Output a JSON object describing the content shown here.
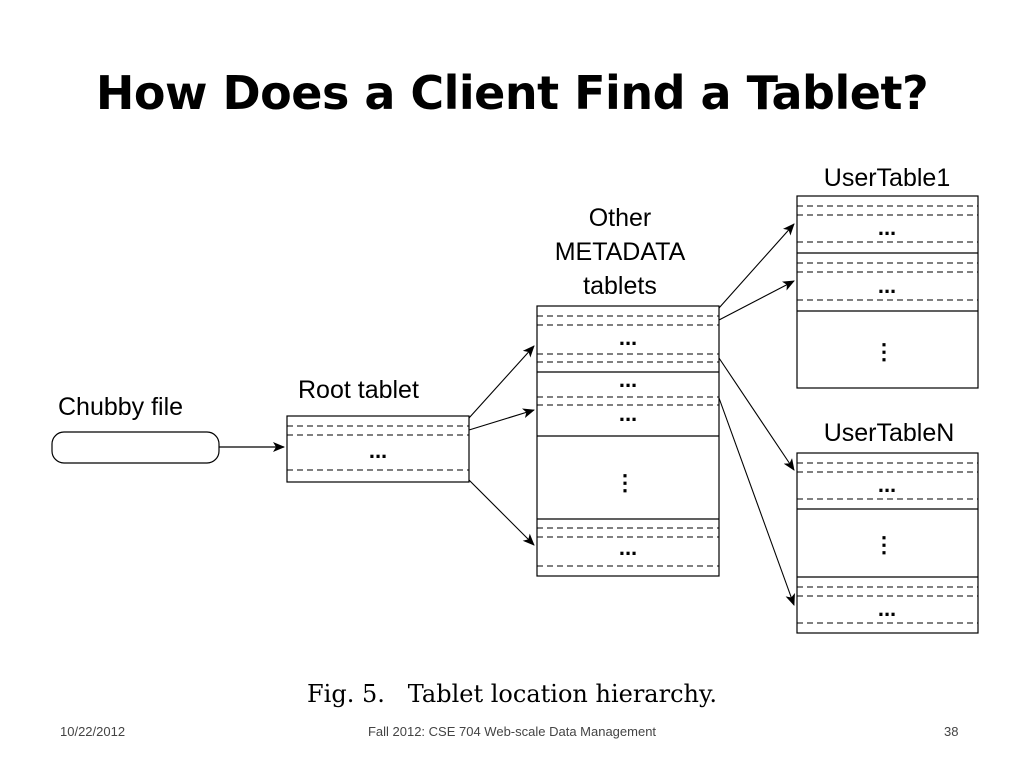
{
  "slide": {
    "title": "How Does a Client Find a Tablet?",
    "caption_fig": "Fig. 5.",
    "caption_text": "Tablet location hierarchy."
  },
  "diagram": {
    "chubby_label": "Chubby file",
    "root_label": "Root tablet",
    "metadata_label_line1": "Other",
    "metadata_label_line2": "METADATA",
    "metadata_label_line3": "tablets",
    "usertable1_label": "UserTable1",
    "usertablen_label": "UserTableN",
    "ellipsis": "...",
    "vertical_ellipsis": "⋮"
  },
  "footer": {
    "date": "10/22/2012",
    "course": "Fall 2012: CSE 704 Web-scale Data Management",
    "page": "38"
  }
}
